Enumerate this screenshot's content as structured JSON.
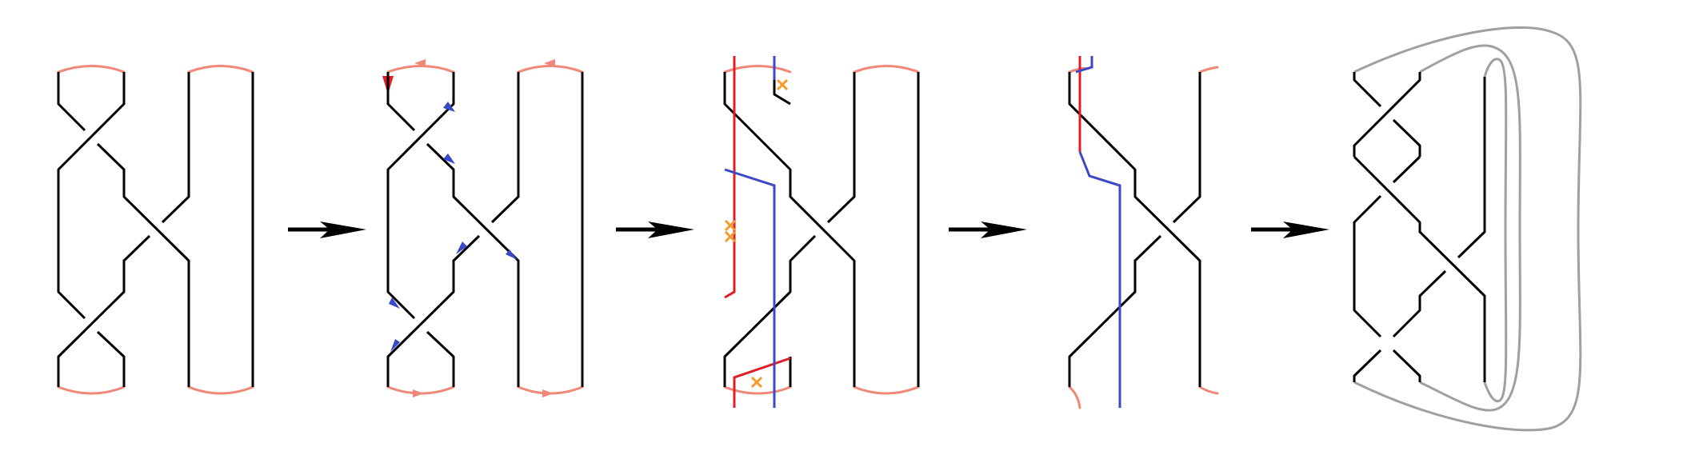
{
  "colors": {
    "strand": "#000000",
    "cap": "#f08878",
    "red_path": "#e01c24",
    "blue_path": "#3a48c8",
    "marker": "#f39a2a",
    "closure": "#a0a0a0",
    "arrow": "#000000",
    "background": "#ffffff"
  },
  "diagram": {
    "stages": [
      {
        "index": 1,
        "role": "braid with plat caps"
      },
      {
        "index": 2,
        "role": "oriented braid"
      },
      {
        "index": 3,
        "role": "braid with red and blue paths and crossing markers"
      },
      {
        "index": 4,
        "role": "simplified braid with red and blue paths"
      },
      {
        "index": 5,
        "role": "closed braid"
      }
    ],
    "transition_arrows": 4,
    "icons": {
      "transition": "right-arrow-icon",
      "orientation": "small-arrowhead-icon",
      "marker": "cross-marker-icon"
    }
  }
}
